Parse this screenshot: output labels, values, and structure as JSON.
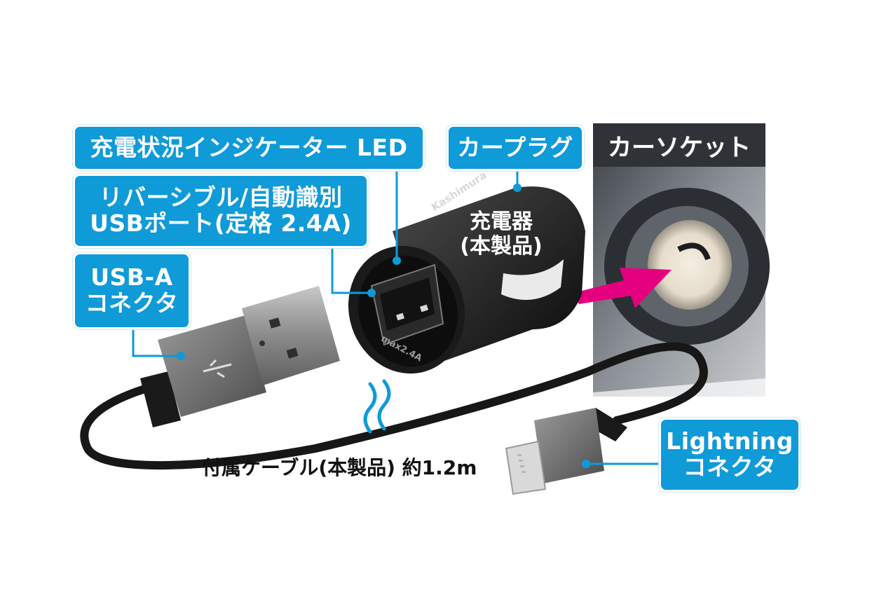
{
  "callouts": {
    "led_indicator": "充電状況インジケーター LED",
    "car_plug": "カープラグ",
    "usb_port_line1": "リバーシブル/自動識別",
    "usb_port_line2": "USBポート(定格 2.4A)",
    "usb_a_line1": "USB-A",
    "usb_a_line2": "コネクタ",
    "lightning_line1": "Lightning",
    "lightning_line2": "コネクタ"
  },
  "labels": {
    "car_socket": "カーソケット",
    "charger_line1": "充電器",
    "charger_line2": "(本製品)",
    "cable": "付属ケーブル(本製品) 約1.2m"
  },
  "product_marks": {
    "brand": "Kashimura",
    "rating": "max2.4A"
  },
  "colors": {
    "callout_bg": "#0f9ad8",
    "arrow": "#e4007f",
    "wave": "#0f9ad8"
  }
}
